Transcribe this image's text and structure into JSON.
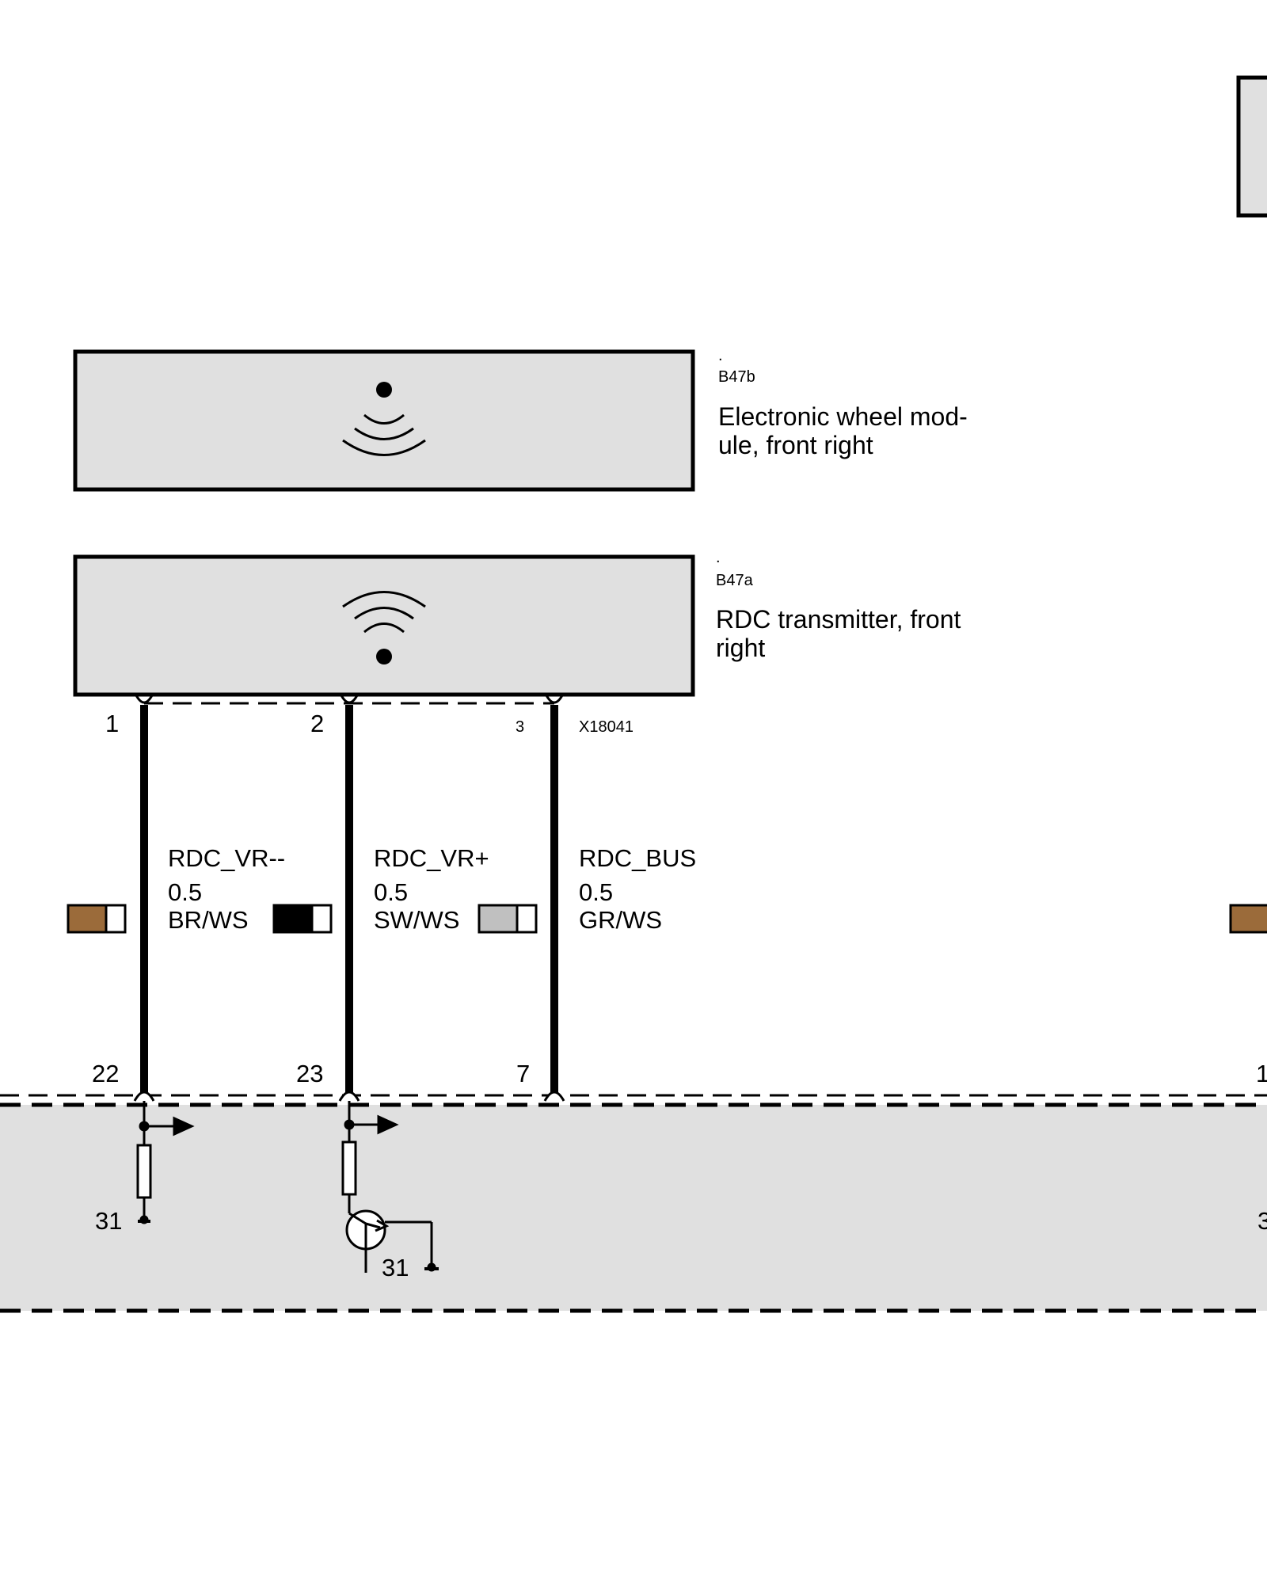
{
  "components": {
    "b47b": {
      "dot": ".",
      "code": "B47b",
      "name_line1": "Electronic wheel mod-",
      "name_line2": "ule, front right",
      "icon": "receiving-waves-icon",
      "fill": "#e0e0e0"
    },
    "b47a": {
      "dot": ".",
      "code": "B47a",
      "name_line1": "RDC transmitter, front",
      "name_line2": "right",
      "icon": "transmitting-waves-icon",
      "fill": "#e0e0e0"
    }
  },
  "connector_top": {
    "code": "X18041",
    "pins": [
      "1",
      "2",
      "3"
    ]
  },
  "wires": [
    {
      "signal": "RDC_VR--",
      "gauge": "0.5",
      "color_code": "BR/WS",
      "swatch": [
        "#9b6b3a",
        "#ffffff"
      ]
    },
    {
      "signal": "RDC_VR+",
      "gauge": "0.5",
      "color_code": "SW/WS",
      "swatch": [
        "#000000",
        "#ffffff"
      ]
    },
    {
      "signal": "RDC_BUS",
      "gauge": "0.5",
      "color_code": "GR/WS",
      "swatch": [
        "#c0c0c0",
        "#ffffff"
      ]
    }
  ],
  "control_unit": {
    "pins": [
      "22",
      "23",
      "7"
    ],
    "ground_labels": [
      "31",
      "31"
    ],
    "fill": "#e0e0e0"
  },
  "right_edge": {
    "pin_fragment": "1",
    "ground_fragment": "3",
    "swatch": "#9b6b3a"
  }
}
